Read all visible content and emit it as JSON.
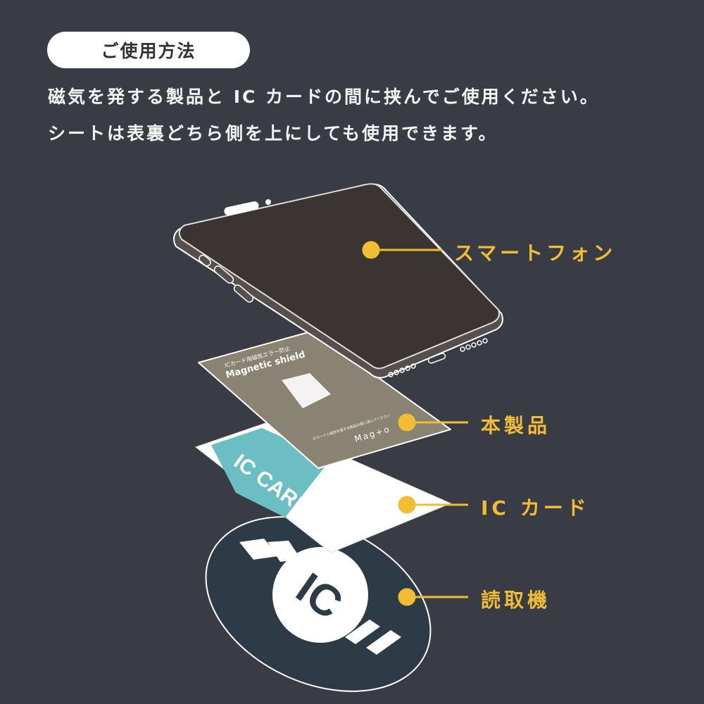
{
  "heading": "ご使用方法",
  "description": [
    "磁気を発する製品と IC カードの間に挟んでご使用ください。",
    "シートは表裏どちら側を上にしても使用できます。"
  ],
  "labels": {
    "smartphone": "スマートフォン",
    "product": "本製品",
    "ic_card": "IC カード",
    "reader": "読取機"
  },
  "product_card": {
    "title_jp": "ICカード用磁気エラー防止",
    "title_en": "Magnetic shield",
    "note": "ICカードと磁気を発する製品の間に挟んでください",
    "brand": "Mag+o"
  },
  "ic_card": {
    "text": "IC CARD"
  },
  "reader": {
    "logo": "IC"
  },
  "colors": {
    "background": "#393c44",
    "accent": "#f0bd33",
    "teal": "#6bbfc3",
    "product": "#8a8272"
  }
}
